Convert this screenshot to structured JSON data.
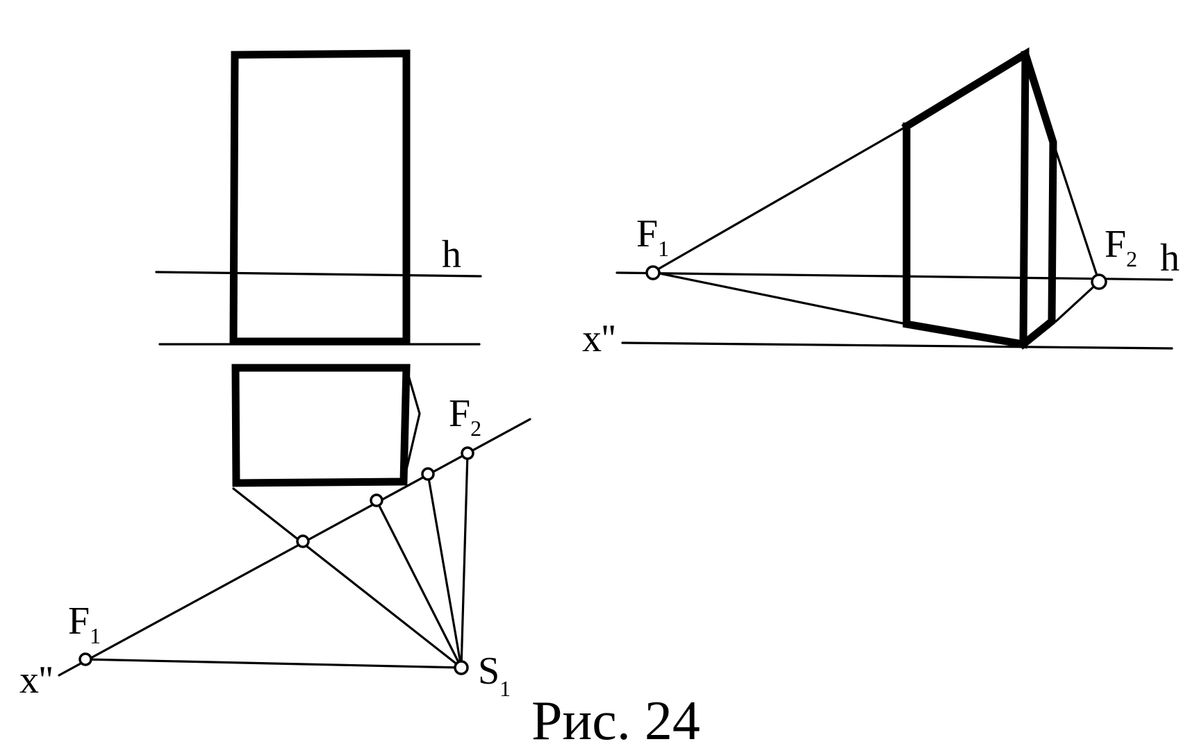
{
  "caption": "Рис. 24",
  "left_view": {
    "horizon_label": "h",
    "axis_label": "x''",
    "f1": {
      "main": "F",
      "sub": "1"
    },
    "f2": {
      "main": "F",
      "sub": "2"
    },
    "s1": {
      "main": "S",
      "sub": "1"
    }
  },
  "right_view": {
    "horizon_label": "h",
    "axis_label": "x''",
    "f1": {
      "main": "F",
      "sub": "1"
    },
    "f2": {
      "main": "F",
      "sub": "2"
    }
  }
}
